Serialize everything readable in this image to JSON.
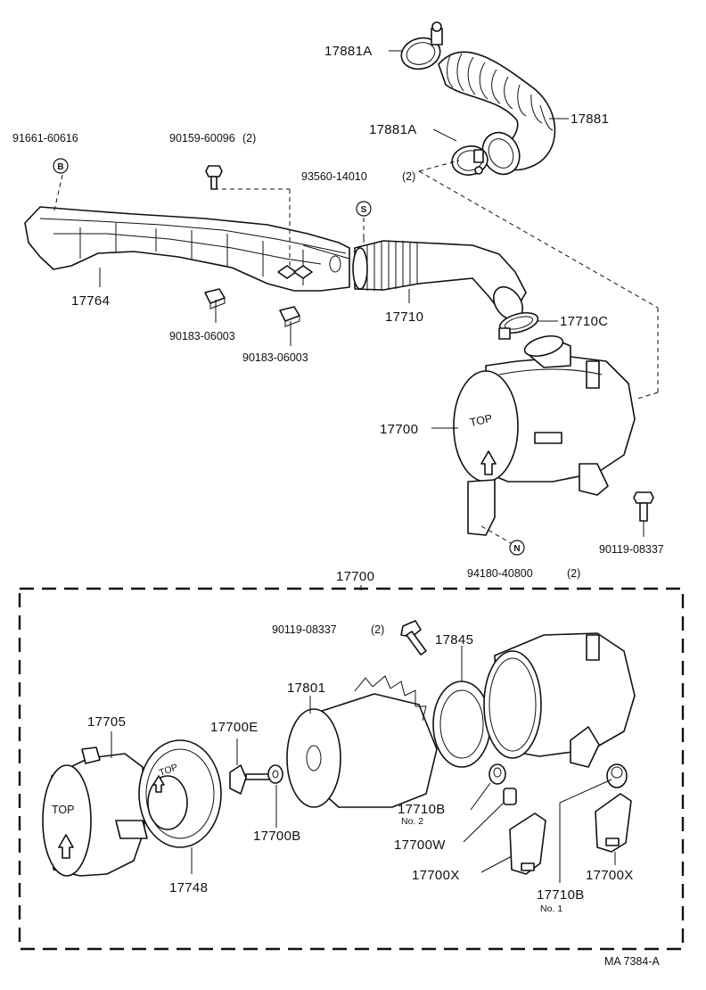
{
  "drawing_id": "MA 7384-A",
  "assembly_label": "17700",
  "upper_labels": {
    "hose_clamp_top": "17881A",
    "hose_clamp_lower": "17881A",
    "intake_hose": "17881",
    "inlet_duct_clip_ref": "91661-60616",
    "inlet_bolt": "90159-60096",
    "inlet_bolt_qty": "(2)",
    "hose_bolt": "93560-14010",
    "hose_bolt_qty": "(2)",
    "inlet_duct": "17764",
    "nut_1": "90183-06003",
    "nut_2": "90183-06003",
    "connector_hose": "17710",
    "hose_clamp_c": "17710C",
    "air_cleaner_assy": "17700",
    "mount_bolt": "90119-08337",
    "mount_nut": "94180-40800",
    "mount_nut_qty": "(2)"
  },
  "lower_labels": {
    "cap_bolt": "90119-08337",
    "cap_bolt_qty": "(2)",
    "gasket": "17845",
    "element": "17801",
    "cap": "17705",
    "wing_nut": "17700E",
    "washer": "17700B",
    "cover": "17748",
    "grommet_b2": "17710B",
    "grommet_b2_no": "No. 2",
    "collar": "17700W",
    "bracket_x1": "17700X",
    "bracket_x2": "17700X",
    "grommet_b1": "17710B",
    "grommet_b1_no": "No. 1"
  },
  "symbols": {
    "b": "B",
    "s": "S",
    "n": "N"
  },
  "embossed": {
    "top_mark_1": "TOP",
    "top_mark_2": "TOP",
    "top_mark_3": "TOP"
  }
}
